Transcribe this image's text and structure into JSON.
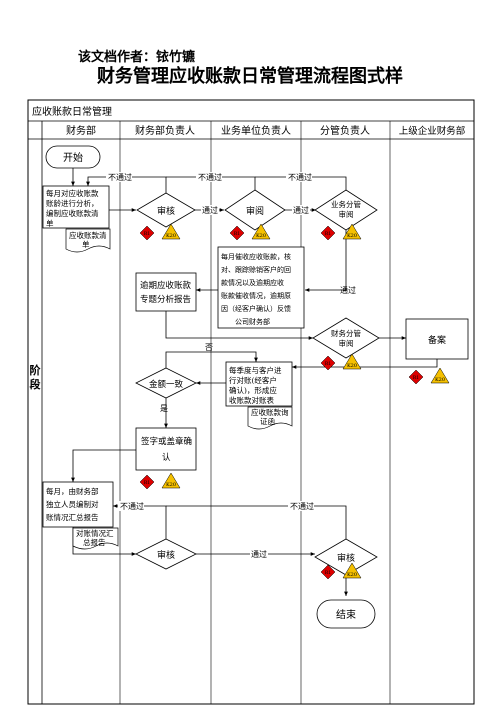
{
  "header": {
    "author": "该文档作者：铱竹镳",
    "title": "财务管理应收账款日常管理流程图式样"
  },
  "diagram": {
    "section_title": "应收账款日常管理",
    "stage_label_1": "阶",
    "stage_label_2": "段",
    "lanes": [
      "财务部",
      "财务部负责人",
      "业务单位负责人",
      "分管负责人",
      "上级企业财务部"
    ],
    "start": "开始",
    "end": "结束",
    "nodes": {
      "compile_line1": "每月对应收账款",
      "compile_line2": "账龄进行分析，",
      "compile_line3": "编制应收账款清",
      "compile_line4": "单",
      "doc_list_line1": "应收账款清",
      "doc_list_line2": "单",
      "review1": "审核",
      "audit": "审阅",
      "vp_review_line1": "业务分管",
      "vp_review_line2": "审阅",
      "urge_line1": "每月催收应收账款，核",
      "urge_line2": "对、跟踪赊销客户的回",
      "urge_line3": "款情况以及逾期应收",
      "urge_line4": "账款催收情况，逾期原",
      "urge_line5": "因（经客户确认）反馈",
      "urge_line6": "公司财务部",
      "overdue_line1": "逾期应收账款",
      "overdue_line2": "专题分析报告",
      "fin_vp_line1": "财务分管",
      "fin_vp_line2": "审阅",
      "record": "备案",
      "reconcile_line1": "每季度与客户进",
      "reconcile_line2": "行对账(经客户",
      "reconcile_line3": "确认)，形成应",
      "reconcile_line4": "收账款对账表",
      "doc_confirm_line1": "应收账款询",
      "doc_confirm_line2": "证函",
      "amount_match": "金额一致",
      "sign_line1": "签字或盖章确",
      "sign_line2": "认",
      "monthly_line1": "每月，由财务部",
      "monthly_line2": "独立人员编制对",
      "monthly_line3": "账情况汇总报告",
      "doc_summary_line1": "对账情况汇",
      "doc_summary_line2": "总报告",
      "review2": "审核",
      "review3": "审核"
    },
    "edge_labels": {
      "fail": "不通过",
      "pass": "通过",
      "no": "否",
      "yes": "是"
    },
    "risk_tags": {
      "red": "R1",
      "yellow": "K20"
    },
    "colors": {
      "risk_red": "#dd0000",
      "risk_yellow": "#f5c000",
      "line": "#000000"
    }
  }
}
